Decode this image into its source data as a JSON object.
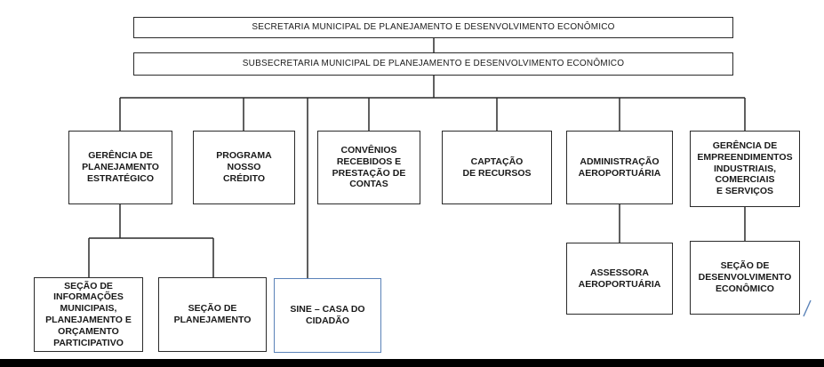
{
  "chart": {
    "top": "SECRETARIA MUNICIPAL  DE PLANEJAMENTO  E DESENVOLVIMENTO ECONÔMICO",
    "sub": "SUBSECRETARIA MUNICIPAL DE PLANEJAMENTO  E DESENVOLVIMENTO ECONÔMICO",
    "level2": {
      "gerencia_planejamento": "GERÊNCIA DE\nPLANEJAMENTO\nESTRATÉGICO",
      "programa_nosso_credito": "PROGRAMA\nNOSSO\nCRÉDITO",
      "convenios": "CONVÊNIOS\nRECEBIDOS E\nPRESTAÇÃO DE\nCONTAS",
      "captacao": "CAPTAÇÃO\nDE RECURSOS",
      "administracao_aeroportuaria": "ADMINISTRAÇÃO\nAEROPORTUÁRIA",
      "gerencia_empreendimentos": "GERÊNCIA DE\nEMPREENDIMENTOS\nINDUSTRIAIS,\nCOMERCIAIS\nE SERVIÇOS"
    },
    "level3": {
      "secao_informacoes": "SEÇÃO DE\nINFORMAÇÕES\nMUNICIPAIS,\nPLANEJAMENTO E\nORÇAMENTO\nPARTICIPATIVO",
      "secao_planejamento": "SEÇÃO DE\nPLANEJAMENTO",
      "sine": "SINE – CASA DO\nCIDADÃO",
      "assessora": "ASSESSORA\nAEROPORTUÁRIA",
      "secao_desenvolvimento": "SEÇÃO DE\nDESENVOLVIMENTO\nECONÔMICO"
    }
  },
  "colors": {
    "line": "#2a2a2a",
    "accent_border": "#5a82b8",
    "footer": "#000000"
  }
}
